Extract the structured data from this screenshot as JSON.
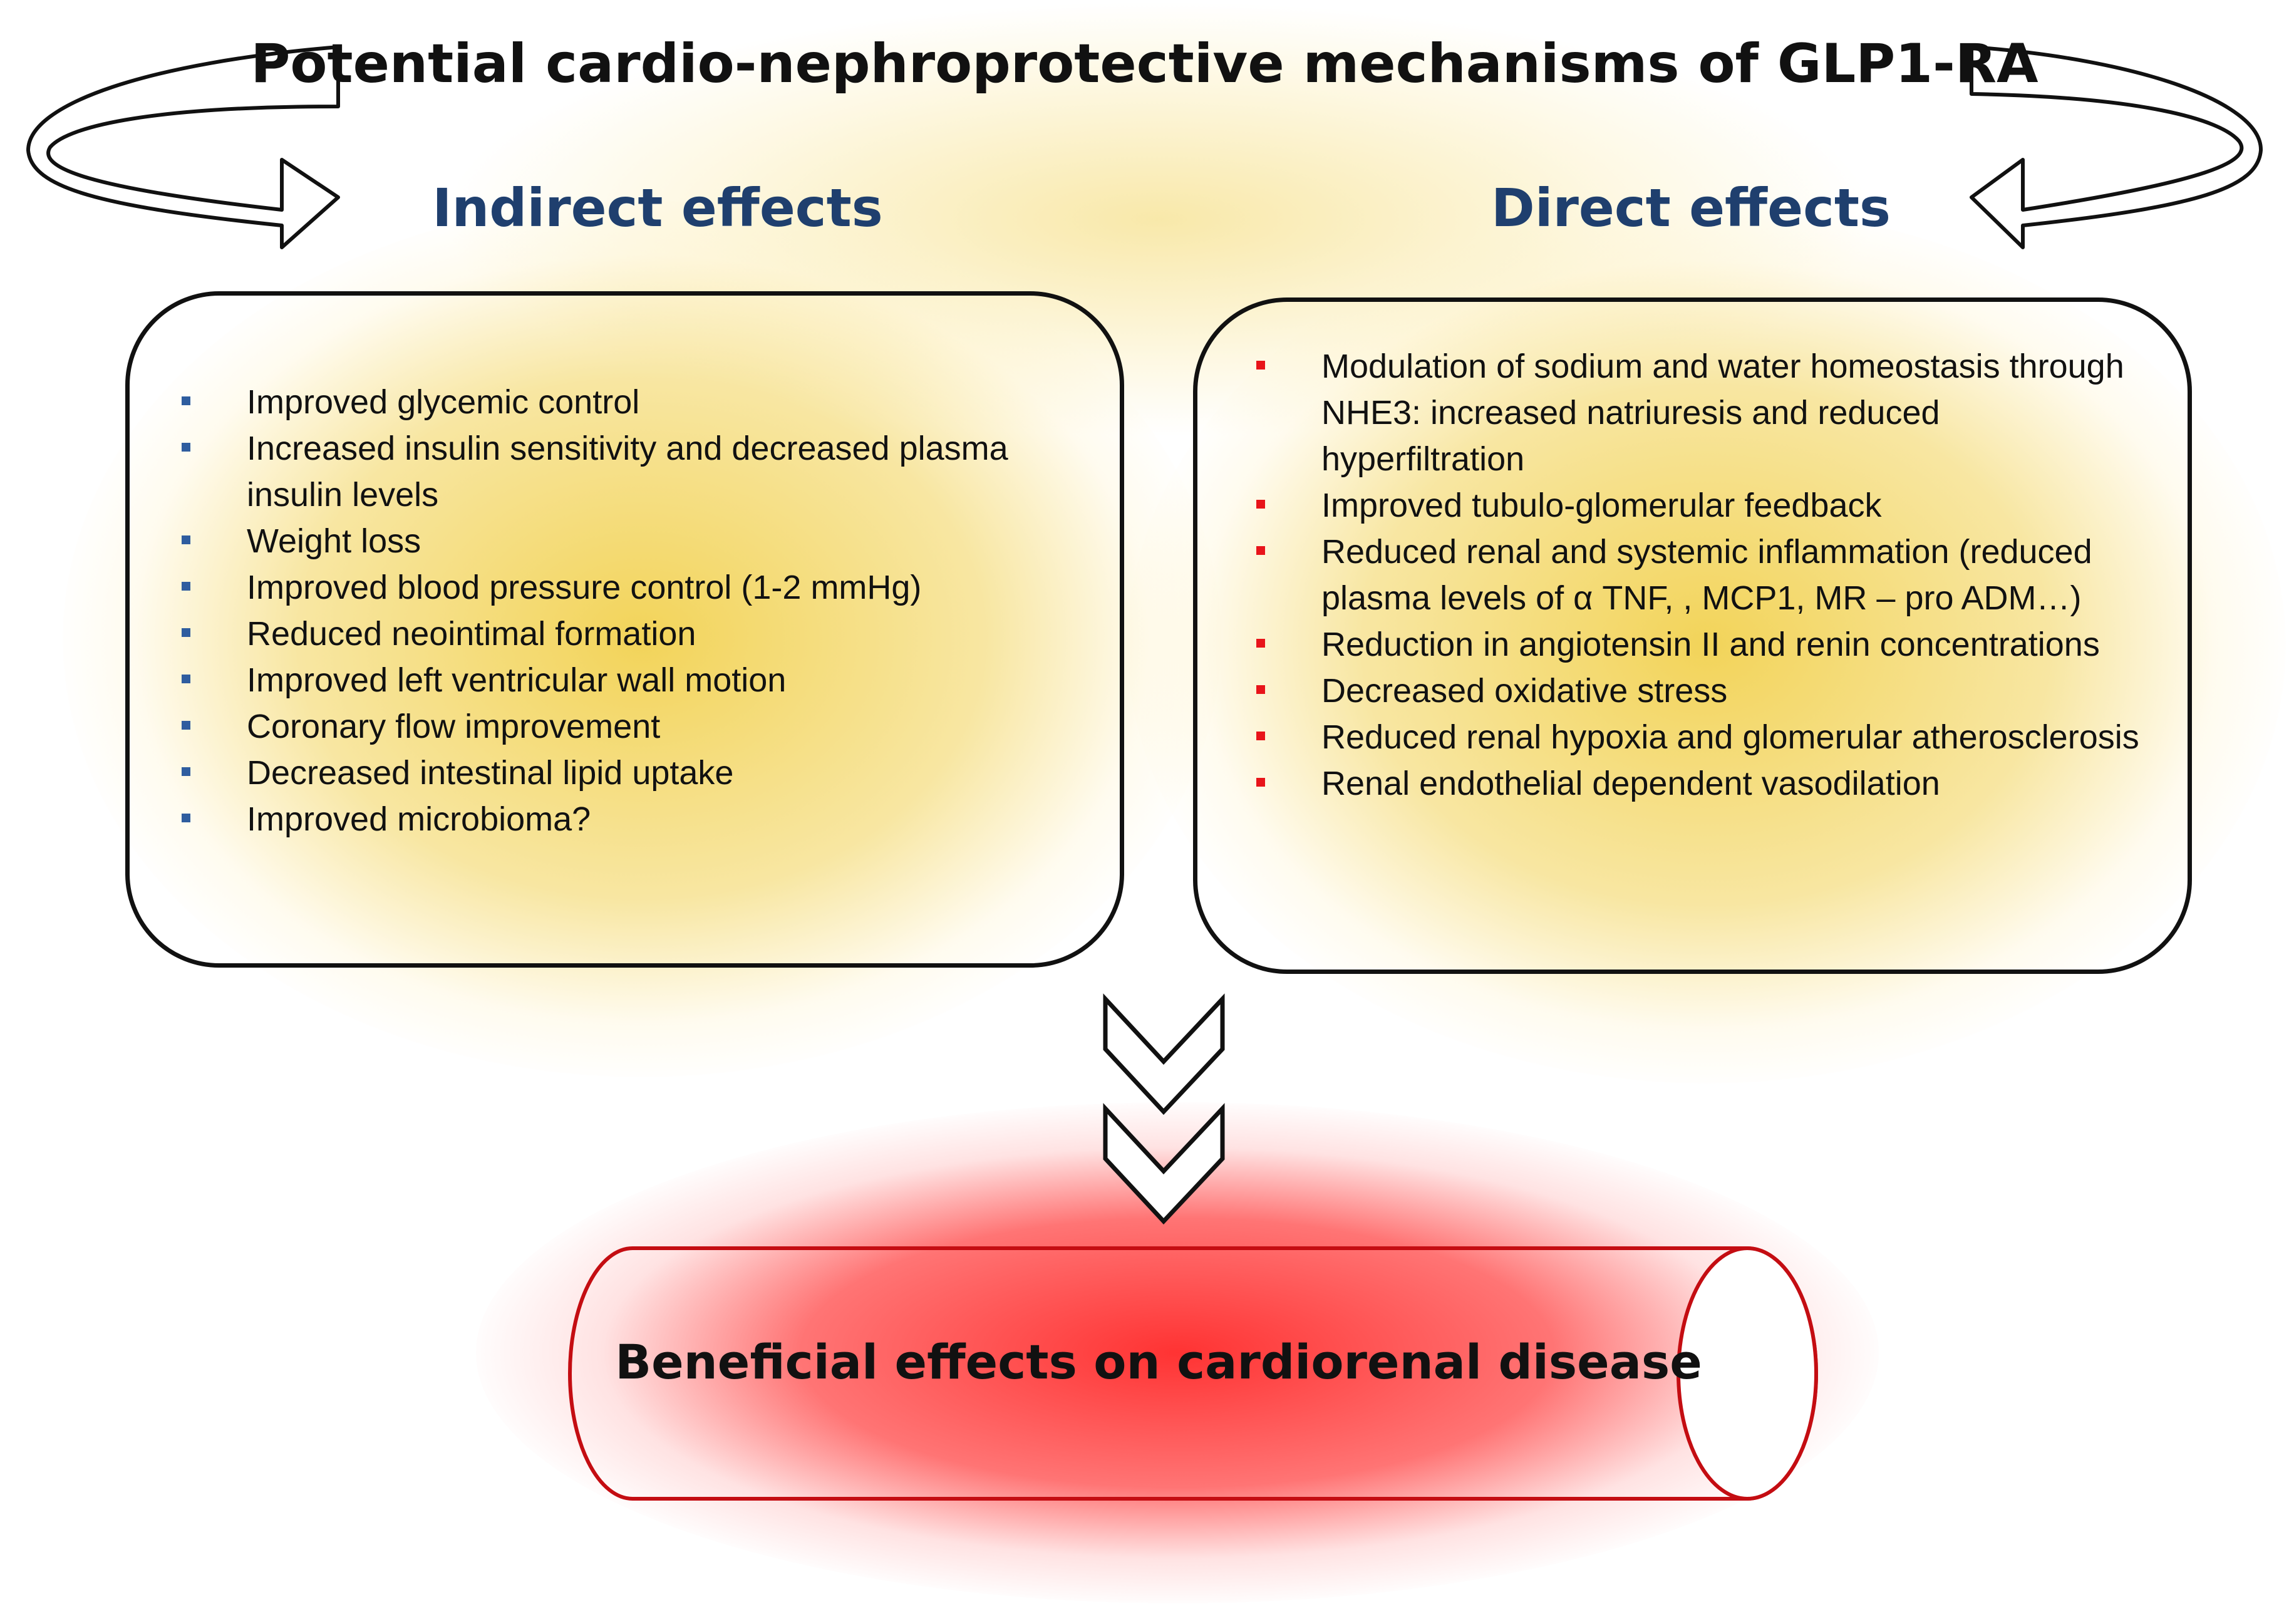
{
  "title": "Potential cardio-nephroprotective mechanisms of GLP1-RA",
  "indirect": {
    "heading": "Indirect effects",
    "items": [
      "Improved glycemic control",
      "Increased  insulin sensitivity and decreased plasma insulin levels",
      "Weight loss",
      "Improved blood pressure control (1-2 mmHg)",
      "Reduced neointimal formation",
      "Improved left ventricular wall motion",
      "Coronary flow improvement",
      "Decreased intestinal lipid uptake",
      "Improved microbioma?"
    ]
  },
  "direct": {
    "heading": "Direct effects",
    "items": [
      "Modulation of sodium and water homeostasis through NHE3: increased natriuresis and reduced hyperfiltration",
      "Improved tubulo-glomerular feedback",
      "Reduced renal and systemic inflammation (reduced plasma levels of  α TNF, , MCP1, MR – pro ADM…)",
      "Reduction in angiotensin II and renin concentrations",
      "Decreased oxidative stress",
      "Reduced renal hypoxia and glomerular atherosclerosis",
      "Renal endothelial dependent vasodilation"
    ]
  },
  "outcome": {
    "label": "Beneficial effects on cardiorenal disease"
  },
  "colors": {
    "heading_blue": "#1f3f6e",
    "bullet_blue": "#2f5d9f",
    "bullet_red": "#e8141a",
    "glow_yellow": "#f0cc3c",
    "cylinder_red": "#c40d12"
  }
}
